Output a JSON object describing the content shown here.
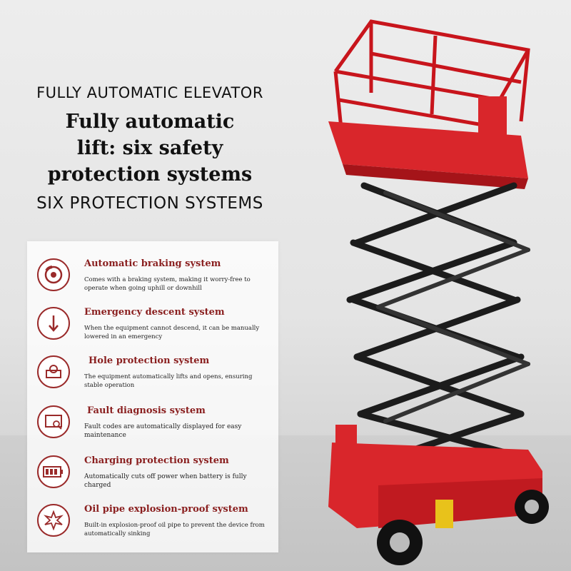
{
  "headline": {
    "line1": "FULLY AUTOMATIC ELEVATOR",
    "line2a": "Fully automatic",
    "line2b": "lift: six safety",
    "line2c": "protection systems",
    "line3": "SIX PROTECTION SYSTEMS"
  },
  "features": [
    {
      "title": "Automatic braking system",
      "desc": "Comes with a braking system, making it worry-free to operate when going uphill or downhill",
      "icon": "brake-disc-icon"
    },
    {
      "title": "Emergency descent system",
      "desc": "When the equipment cannot descend, it can be manually lowered in an emergency",
      "icon": "down-arrow-icon"
    },
    {
      "title": "Hole protection system",
      "desc": "The equipment automatically lifts and opens, ensuring stable operation",
      "icon": "hole-protection-icon"
    },
    {
      "title": "Fault diagnosis system",
      "desc": "Fault codes are automatically displayed for easy maintenance",
      "icon": "diagnosis-screen-icon"
    },
    {
      "title": "Charging protection system",
      "desc": "Automatically cuts off power when battery is fully charged",
      "icon": "battery-icon"
    },
    {
      "title": "Oil pipe explosion-proof system",
      "desc": "Built-in explosion-proof oil pipe to prevent the device from automatically sinking",
      "icon": "explosion-proof-icon"
    }
  ],
  "colors": {
    "accent": "#8a1f1f",
    "lift_red": "#d9262b",
    "scissor_black": "#1c1c1c"
  }
}
